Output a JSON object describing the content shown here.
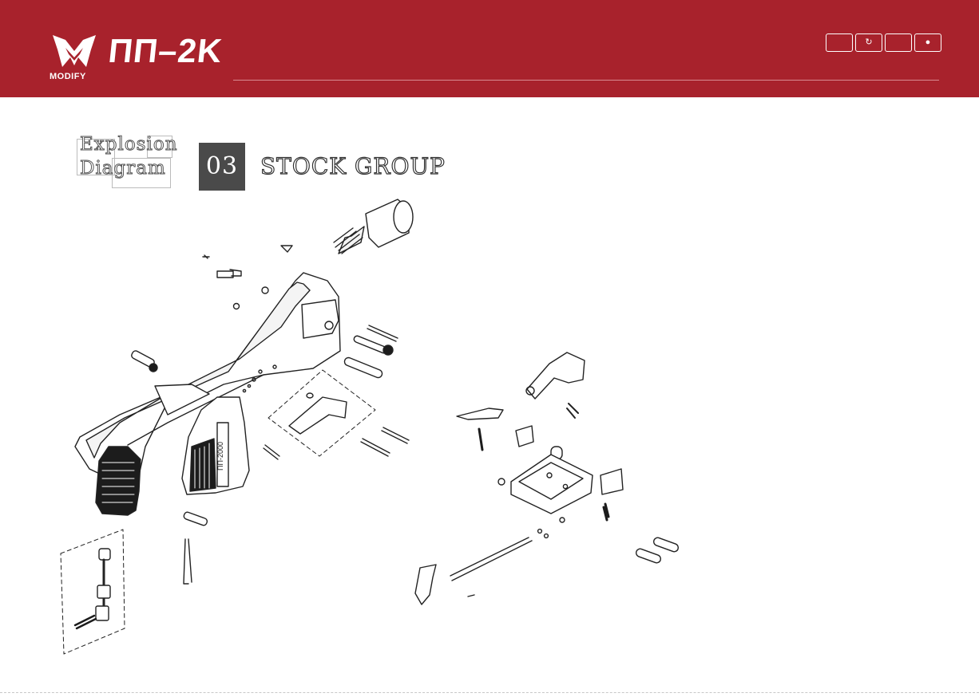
{
  "header": {
    "brand_name": "ПП–2K",
    "brand_sub": "MODIFY",
    "bg_color": "#a8222c",
    "controls": [
      {
        "icon": "blank-icon",
        "glyph": ""
      },
      {
        "icon": "rotate-icon",
        "glyph": "↻"
      },
      {
        "icon": "blank-icon",
        "glyph": ""
      },
      {
        "icon": "dot-icon",
        "glyph": "●"
      }
    ]
  },
  "title": {
    "line1": "Explosion",
    "line2": "Diagram",
    "number": "03",
    "group": "STOCK GROUP"
  },
  "diagram": {
    "grip_marking": "ПП-2000"
  }
}
